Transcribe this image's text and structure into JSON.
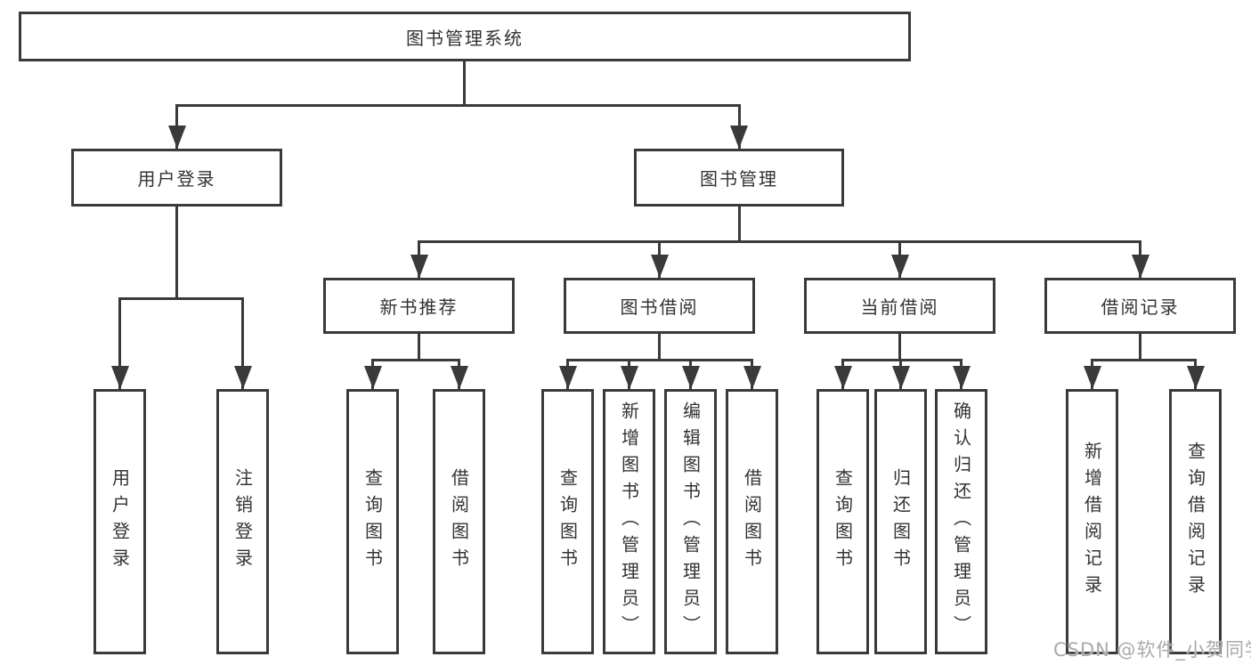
{
  "diagram": {
    "root": "图书管理系统",
    "level2": {
      "user_login": "用户登录",
      "book_mgmt": "图书管理"
    },
    "level3": {
      "new_books": "新书推荐",
      "book_borrow": "图书借阅",
      "current_borrow": "当前借阅",
      "borrow_records": "借阅记录"
    },
    "leaves": {
      "user_login": [
        "用户登录",
        "注销登录"
      ],
      "new_books": [
        "查询图书",
        "借阅图书"
      ],
      "book_borrow": [
        "查询图书",
        "新增图书（管理员）",
        "编辑图书（管理员）",
        "借阅图书"
      ],
      "current_borrow": [
        "查询图书",
        "归还图书",
        "确认归还（管理员）"
      ],
      "borrow_records": [
        "新增借阅记录",
        "查询借阅记录"
      ]
    },
    "watermark": "CSDN @软件_小贺同学",
    "colors": {
      "line": "#3a3a3a",
      "text": "#333333",
      "watermark": "#aaaaaa",
      "background": "#ffffff"
    }
  }
}
